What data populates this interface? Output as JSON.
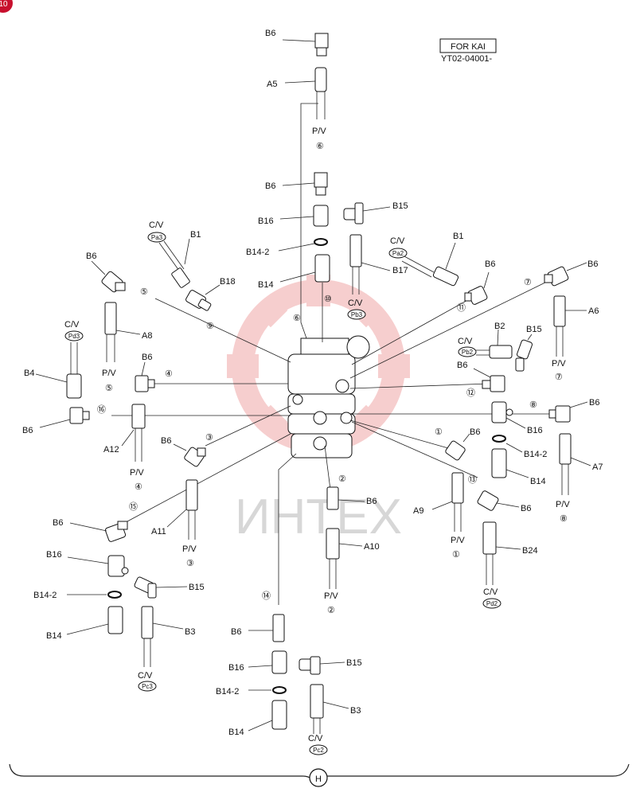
{
  "corner_badge": "10",
  "header": {
    "model": "FOR KAI",
    "serial": "YT02-04001-"
  },
  "watermark": "ИНТЕХ",
  "footer_label": "H",
  "codes": {
    "B1": "B1",
    "B2": "B2",
    "B3": "B3",
    "B4": "B4",
    "B6": "B6",
    "B14": "B14",
    "B14_2": "B14-2",
    "B15": "B15",
    "B16": "B16",
    "B17": "B17",
    "B18": "B18",
    "B24": "B24",
    "A5": "A5",
    "A6": "A6",
    "A7": "A7",
    "A8": "A8",
    "A9": "A9",
    "A10": "A10",
    "A11": "A11",
    "A12": "A12",
    "PV": "P/V",
    "CV": "C/V"
  },
  "tags": {
    "Pa3": "Pa3",
    "Pa2": "Pa2",
    "Pb2": "Pb2",
    "Pb3": "Pb3",
    "Pd3": "Pd3",
    "Pd2": "Pd2",
    "Pc3": "Pc3",
    "Pc2": "Pc2"
  },
  "nums": {
    "n1": "①",
    "n2": "②",
    "n3": "③",
    "n4": "④",
    "n5": "⑤",
    "n6": "⑥",
    "n7": "⑦",
    "n8": "⑧",
    "n9": "⑨",
    "n10": "⑩",
    "n11": "⑪",
    "n12": "⑫",
    "n13": "⑬",
    "n14": "⑭",
    "n15": "⑮",
    "n16": "⑯"
  }
}
